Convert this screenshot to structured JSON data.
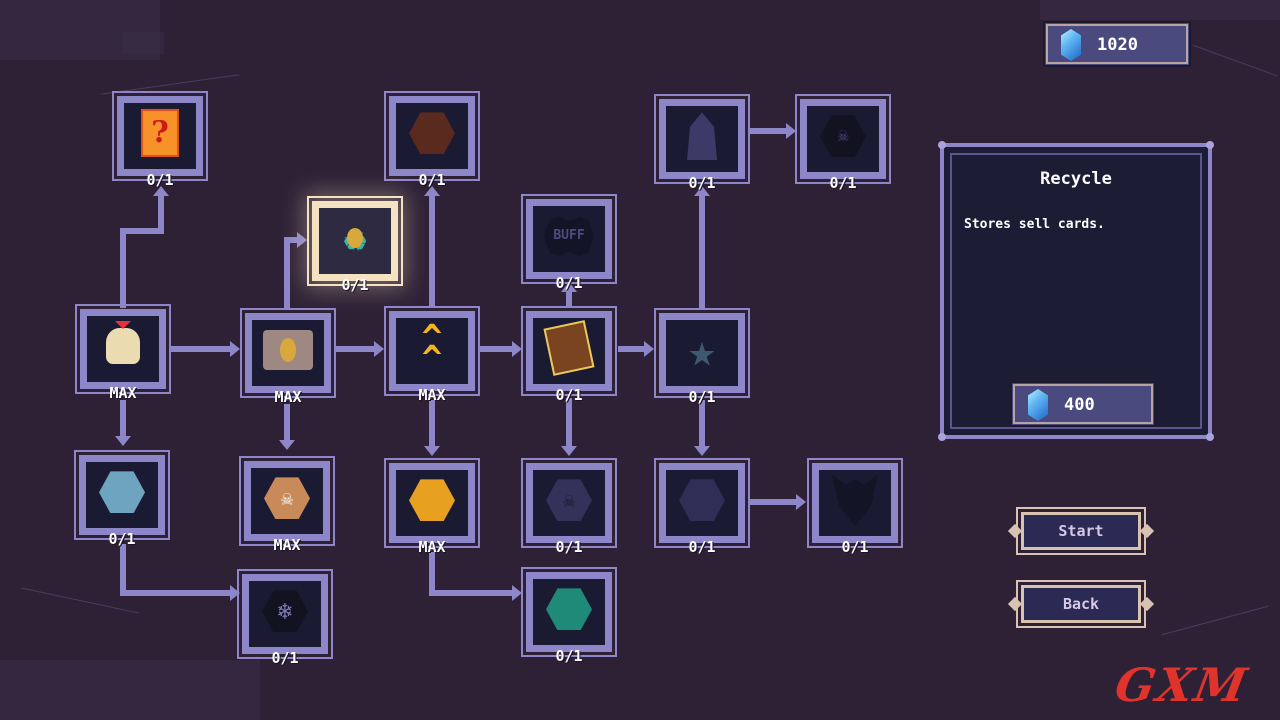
{
  "currency": {
    "icon": "blue-crystal-icon",
    "amount": "1020"
  },
  "panel": {
    "title": "Recycle",
    "description": "Stores sell cards.",
    "cost": {
      "icon": "blue-crystal-icon",
      "amount": "400"
    }
  },
  "buttons": {
    "start": "Start",
    "back": "Back"
  },
  "watermark": "GXM",
  "colors": {
    "node_border": "#8d86c9",
    "selected_border": "#f5e2c0",
    "background": "#2e2136",
    "panel_bg": "#1c1c35"
  },
  "nodes": [
    {
      "id": "mystery-card",
      "icon": "question-card-icon",
      "level": "0/1"
    },
    {
      "id": "brick-hex",
      "icon": "brick-hexagon-icon",
      "level": "0/1"
    },
    {
      "id": "dark-crystal",
      "icon": "dark-crystal-icon",
      "level": "0/1"
    },
    {
      "id": "skull-hex",
      "icon": "skull-hexagon-icon",
      "level": "0/1"
    },
    {
      "id": "recycle",
      "icon": "recycle-icon",
      "level": "0/1",
      "selected": true
    },
    {
      "id": "buff",
      "icon": "buff-badge-icon",
      "level": "0/1",
      "label": "BUFF"
    },
    {
      "id": "skull",
      "icon": "skull-icon",
      "level": "MAX"
    },
    {
      "id": "chest",
      "icon": "treasure-chest-icon",
      "level": "MAX"
    },
    {
      "id": "rank-up",
      "icon": "double-chevron-up-icon",
      "level": "MAX"
    },
    {
      "id": "tome",
      "icon": "spell-book-icon",
      "level": "0/1"
    },
    {
      "id": "star",
      "icon": "star-icon",
      "level": "0/1"
    },
    {
      "id": "frost-seal",
      "icon": "ice-seal-hexagon-icon",
      "level": "0/1"
    },
    {
      "id": "rainbow-skull",
      "icon": "rainbow-skull-hexagon-icon",
      "level": "MAX"
    },
    {
      "id": "golden-emblem",
      "icon": "golden-emblem-hexagon-icon",
      "level": "MAX"
    },
    {
      "id": "shadow-skull",
      "icon": "shadow-skull-hexagon-icon",
      "level": "0/1"
    },
    {
      "id": "moth",
      "icon": "moth-hexagon-icon",
      "level": "0/1"
    },
    {
      "id": "dragon",
      "icon": "dragon-head-icon",
      "level": "0/1"
    },
    {
      "id": "snowflake",
      "icon": "snowflake-hexagon-icon",
      "level": "0/1"
    },
    {
      "id": "teal-gem",
      "icon": "teal-gem-hexagon-icon",
      "level": "0/1"
    }
  ]
}
